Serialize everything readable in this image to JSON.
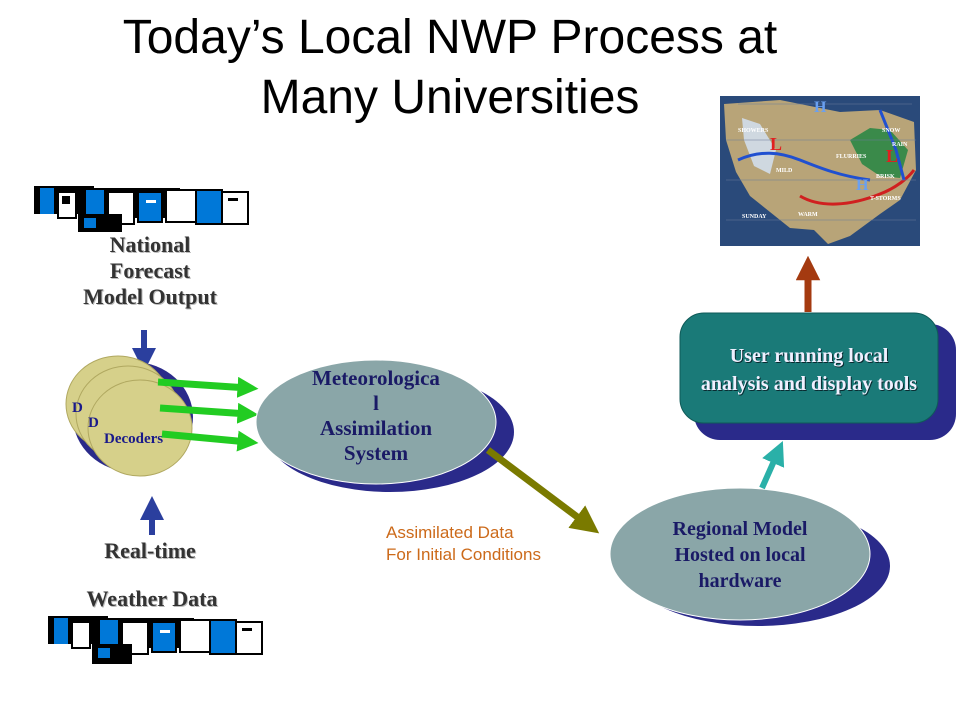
{
  "title": {
    "line1": "Today’s Local NWP Process at",
    "line2": "Many Universities"
  },
  "national": {
    "line1": "National",
    "line2": "Forecast",
    "line3": "Model Output"
  },
  "realtime": {
    "line1": "Real-time",
    "line2": "Weather Data"
  },
  "decoders": {
    "back1": "D",
    "back2": "D",
    "front": "Decoders"
  },
  "assimilation": {
    "line1": "Meteorologica",
    "line2": "l",
    "line3": "Assimilation",
    "line4": "System"
  },
  "arrow_note": {
    "line1": "Assimilated Data",
    "line2": "For Initial Conditions"
  },
  "regional": {
    "line1": "Regional Model",
    "line2": "Hosted on local",
    "line3": "hardware"
  },
  "user_box": {
    "line1": "User running local",
    "line2": "analysis and display tools"
  },
  "map": {
    "labels": [
      "SHOWERS",
      "MILD",
      "SUNDAY",
      "FLURRIES",
      "WARM",
      "SNOW",
      "RAIN",
      "BRISK",
      "T-STORMS"
    ],
    "highs": [
      "H",
      "H"
    ],
    "lows": [
      "L",
      "L"
    ]
  },
  "colors": {
    "input_arrows": "#2b3f9e",
    "green_arrows": "#22cc22",
    "olive_arrow": "#7a7a00",
    "teal_arrow": "#2ab0a8",
    "rust_arrow": "#a43a10",
    "oval_fill": "#8aa6a8",
    "box_fill": "#1a7a78",
    "shadow": "#2a2a8a",
    "decoder_fill": "#d6d08a"
  },
  "icons": [
    "computer-cluster-icon",
    "computer-cluster-icon",
    "weather-map-icon"
  ]
}
